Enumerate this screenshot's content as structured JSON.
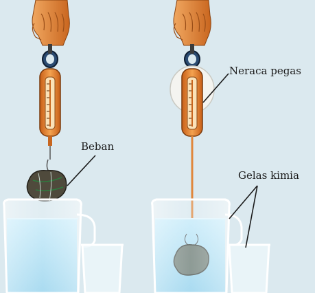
{
  "labels": {
    "beban": "Beban",
    "neraca_pegas": "Neraca pegas",
    "gelas_kimia": "Gelas kimia"
  },
  "colors": {
    "background": "#dbe9ef",
    "hand": "#e2863c",
    "scale_body": "#e07a2a",
    "water": "#a6dcf2",
    "stone": "#4f4a3c",
    "leader_line": "#1a1a1a"
  },
  "icons": {
    "hand": "hand-icon",
    "spring_scale": "spring-scale-icon",
    "weight": "stone-weight-icon",
    "beaker": "beaker-icon"
  }
}
